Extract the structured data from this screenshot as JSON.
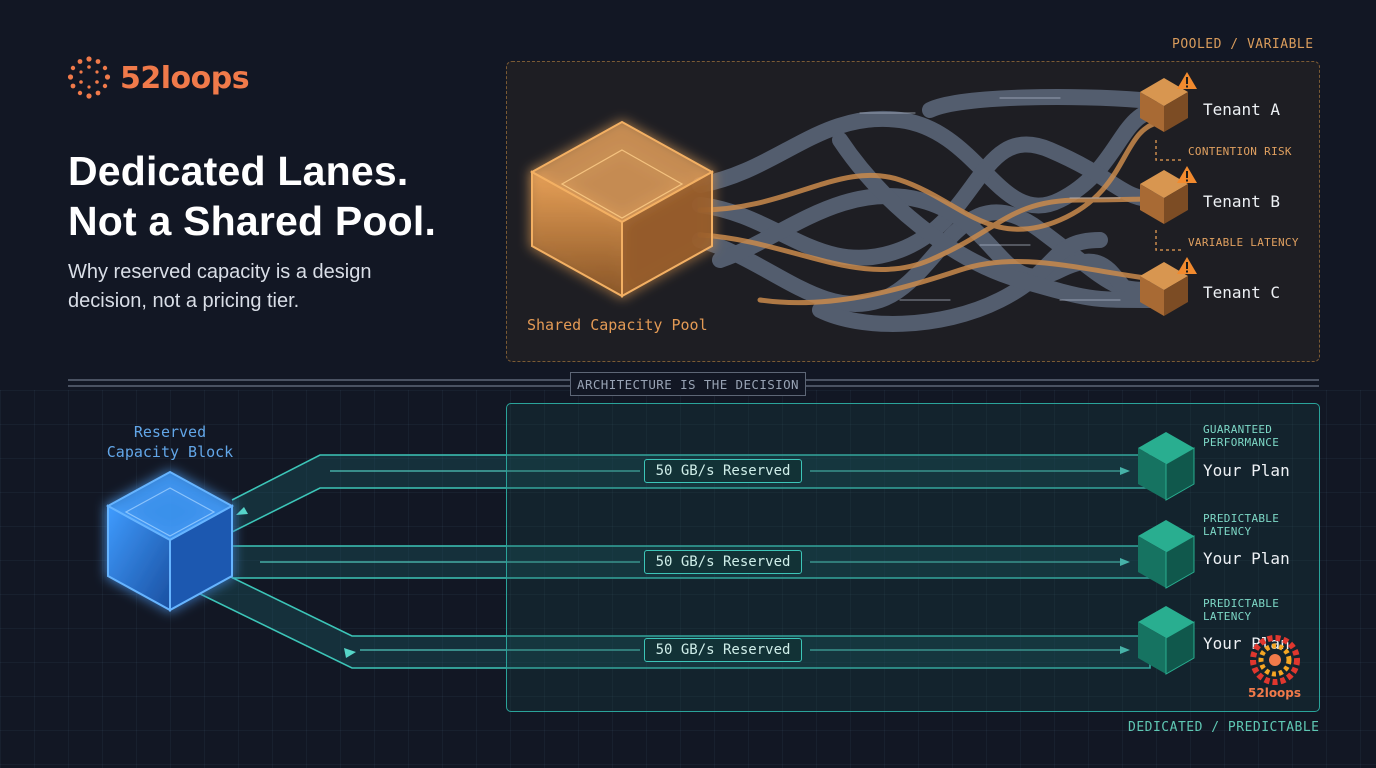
{
  "brand": {
    "name": "52loops"
  },
  "hero": {
    "title_line1": "Dedicated Lanes.",
    "title_line2": "Not a Shared Pool.",
    "subtitle_line1": "Why reserved capacity is a design",
    "subtitle_line2": "decision, not a pricing tier."
  },
  "pooled": {
    "tag": "POOLED / VARIABLE",
    "pool_label": "Shared Capacity Pool",
    "tenants": [
      "Tenant A",
      "Tenant B",
      "Tenant C"
    ],
    "risks": [
      "CONTENTION RISK",
      "VARIABLE LATENCY"
    ],
    "warning_icon": "warning-triangle-icon"
  },
  "divider": {
    "label": "ARCHITECTURE IS THE DECISION"
  },
  "dedicated": {
    "tag": "DEDICATED / PREDICTABLE",
    "block_label_line1": "Reserved",
    "block_label_line2": "Capacity Block",
    "lanes": [
      {
        "badge": "50 GB/s Reserved",
        "caption_line1": "GUARANTEED",
        "caption_line2": "PERFORMANCE",
        "plan": "Your Plan"
      },
      {
        "badge": "50 GB/s Reserved",
        "caption_line1": "PREDICTABLE",
        "caption_line2": "LATENCY",
        "plan": "Your Plan"
      },
      {
        "badge": "50 GB/s Reserved",
        "caption_line1": "PREDICTABLE",
        "caption_line2": "LATENCY",
        "plan": "Your Plan"
      }
    ]
  },
  "watermark": {
    "text": "52loops"
  },
  "colors": {
    "background": "#121724",
    "brand": "#f07a4a",
    "pooled_accent": "#e39a55",
    "dedicated_accent": "#3cc5b8",
    "reserved_block": "#2f7fe0",
    "warning": "#f28a2e"
  }
}
